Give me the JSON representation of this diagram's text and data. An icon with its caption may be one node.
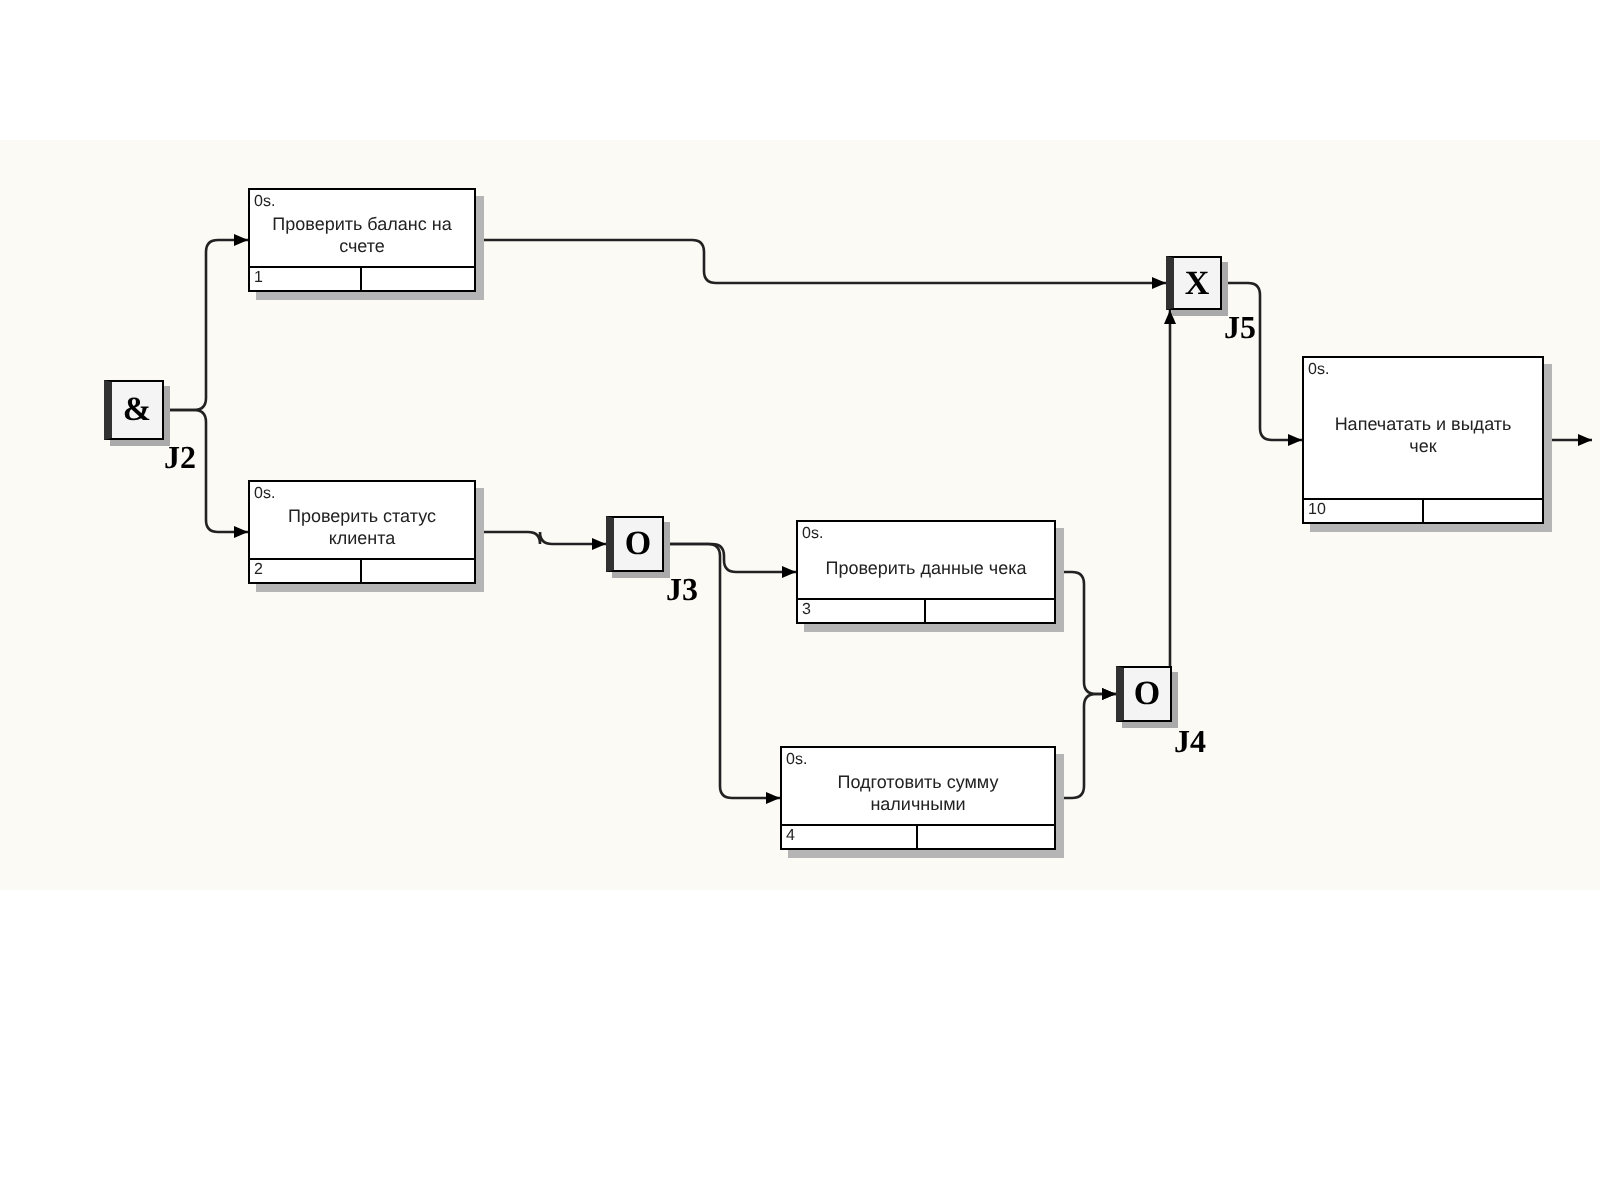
{
  "diagram": {
    "nodes": [
      {
        "text": [
          "&"
        ],
        "beside": [
          "J2"
        ]
      },
      {
        "text": [
          "0s.",
          "Проверить баланс на счете",
          "1"
        ]
      },
      {
        "text": [
          "0s.",
          "Проверить статус клиента",
          "2"
        ]
      },
      {
        "text": [
          "O"
        ],
        "beside": [
          "J3"
        ]
      },
      {
        "text": [
          "0s.",
          "Проверить данные чека",
          "3"
        ]
      },
      {
        "text": [
          "0s.",
          "Подготовить сумму наличными",
          "4"
        ]
      },
      {
        "text": [
          "O"
        ],
        "beside": [
          "J4"
        ]
      },
      {
        "text": [
          "X"
        ],
        "beside": [
          "J5"
        ]
      },
      {
        "text": [
          "0s.",
          "Напечатать и выдать чек",
          "10"
        ]
      }
    ],
    "edges": [
      {
        "from": 0,
        "to": 1,
        "arrow": "to"
      },
      {
        "from": 0,
        "to": 2,
        "arrow": "to"
      },
      {
        "from": 1,
        "to": 7,
        "arrow": "to"
      },
      {
        "from": 2,
        "to": 3,
        "arrow": "to"
      },
      {
        "from": 3,
        "to": 4,
        "arrow": "to"
      },
      {
        "from": 3,
        "to": 5,
        "arrow": "to"
      },
      {
        "from": 4,
        "to": 6,
        "arrow": "to"
      },
      {
        "from": 5,
        "to": 6,
        "arrow": "to"
      },
      {
        "from": 6,
        "to": 7,
        "arrow": "to"
      },
      {
        "from": 7,
        "to": 8,
        "arrow": "to"
      },
      {
        "from": 8,
        "to": null,
        "arrow": "to"
      }
    ]
  }
}
